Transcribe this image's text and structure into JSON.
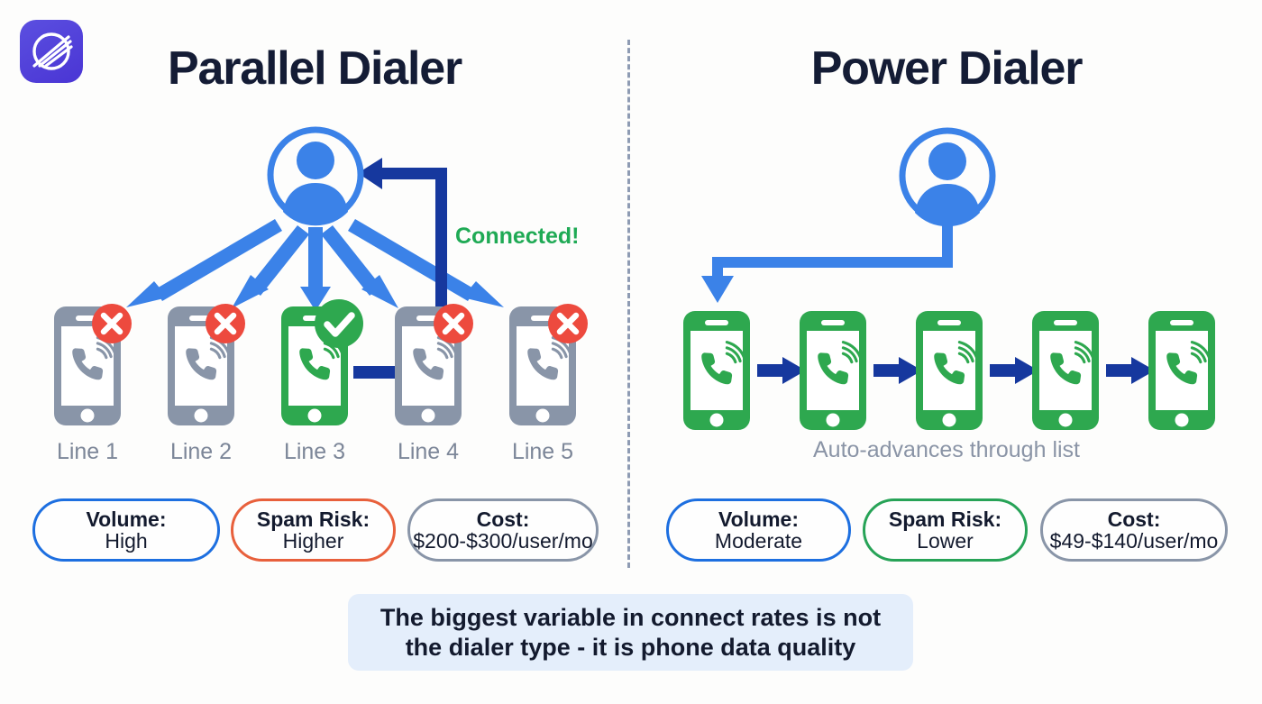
{
  "brand": {
    "logo_icon": "planet-orbit-logo",
    "logo_color": "#4f3fd8"
  },
  "columns": {
    "left": {
      "title": "Parallel Dialer",
      "agent_icon": "person-icon",
      "connected_label": "Connected!",
      "lines": [
        {
          "label": "Line 1",
          "state": "rejected",
          "badge_icon": "x-circle-icon",
          "color": "#8995a8"
        },
        {
          "label": "Line 2",
          "state": "rejected",
          "badge_icon": "x-circle-icon",
          "color": "#8995a8"
        },
        {
          "label": "Line 3",
          "state": "connected",
          "badge_icon": "check-circle-icon",
          "color": "#2ea84f"
        },
        {
          "label": "Line 4",
          "state": "rejected",
          "badge_icon": "x-circle-icon",
          "color": "#8995a8"
        },
        {
          "label": "Line 5",
          "state": "rejected",
          "badge_icon": "x-circle-icon",
          "color": "#8995a8"
        }
      ],
      "pills": [
        {
          "title": "Volume:",
          "value": "High",
          "color": "#1d6fe0"
        },
        {
          "title": "Spam Risk:",
          "value": "Higher",
          "color": "#e8603c"
        },
        {
          "title": "Cost:",
          "value": "$200-$300/user/mo",
          "color": "#8995a8"
        }
      ]
    },
    "right": {
      "title": "Power Dialer",
      "agent_icon": "person-icon",
      "flow_label": "Auto-advances through list",
      "lines": [
        {
          "state": "active",
          "color": "#2ea84f"
        },
        {
          "state": "active",
          "color": "#2ea84f"
        },
        {
          "state": "active",
          "color": "#2ea84f"
        },
        {
          "state": "active",
          "color": "#2ea84f"
        },
        {
          "state": "active",
          "color": "#2ea84f"
        }
      ],
      "pills": [
        {
          "title": "Volume:",
          "value": "Moderate",
          "color": "#1d6fe0"
        },
        {
          "title": "Spam Risk:",
          "value": "Lower",
          "color": "#27a357"
        },
        {
          "title": "Cost:",
          "value": "$49-$140/user/mo",
          "color": "#8995a8"
        }
      ]
    }
  },
  "footer": {
    "text": "The biggest variable in connect rates is not\nthe dialer type - it is phone data quality",
    "background": "#e4eefb"
  },
  "palette": {
    "background": "#fdfdfc",
    "title": "#141c35",
    "blue_arrow": "#3b82e8",
    "navy_arrow": "#16389e",
    "green": "#2ea84f",
    "red": "#ed4a3e",
    "gray": "#8995a8",
    "divider": "#8e9bb3"
  }
}
